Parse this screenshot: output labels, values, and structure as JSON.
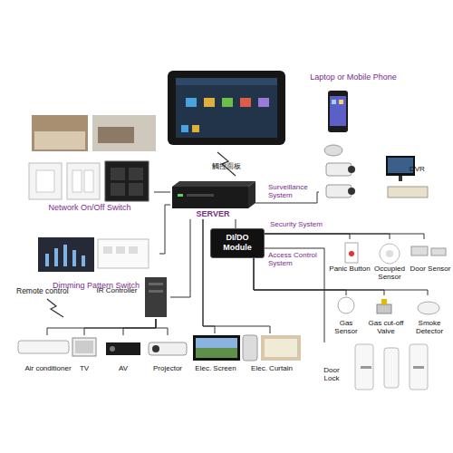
{
  "diagram": {
    "nodes": [
      {
        "text": [
          "觸控面板"
        ]
      },
      {
        "text": [
          "Laptop or Mobile Phone"
        ]
      },
      {
        "text": [
          "SERVER"
        ]
      },
      {
        "text": [
          "Network On/Off Switch"
        ]
      },
      {
        "text": [
          "Dimming Pattern Switch"
        ]
      },
      {
        "text": [
          "DVR"
        ]
      },
      {
        "text": [
          "DI/DO Module"
        ]
      },
      {
        "text": [
          "IR Controller"
        ]
      },
      {
        "text": [
          "Panic Button"
        ]
      },
      {
        "text": [
          "Occupied Sensor"
        ]
      },
      {
        "text": [
          "Door Sensor"
        ]
      },
      {
        "text": [
          "Gas Sensor"
        ]
      },
      {
        "text": [
          "Gas cut-off Valve"
        ]
      },
      {
        "text": [
          "Smoke Detector"
        ]
      },
      {
        "text": [
          "Door Lock"
        ]
      },
      {
        "text": [
          "Air conditioner"
        ]
      },
      {
        "text": [
          "TV"
        ]
      },
      {
        "text": [
          "AV"
        ]
      },
      {
        "text": [
          "Projector"
        ]
      },
      {
        "text": [
          "Elec. Screen"
        ]
      },
      {
        "text": [
          "Elec. Curtain"
        ]
      }
    ],
    "edges": [
      {
        "from": 2,
        "to": 3,
        "arrow": "none"
      },
      {
        "from": 2,
        "to": 4,
        "arrow": "none"
      },
      {
        "from": 2,
        "to": 5,
        "label": "Surveillance System",
        "arrow": "none"
      },
      {
        "from": 2,
        "to": 6,
        "arrow": "none"
      },
      {
        "from": 2,
        "to": 7,
        "arrow": "none"
      },
      {
        "from": 2,
        "to": 19,
        "arrow": "none"
      },
      {
        "from": 2,
        "to": 20,
        "arrow": "none"
      },
      {
        "from": 6,
        "to": 8,
        "label": "Security System",
        "arrow": "none"
      },
      {
        "from": 6,
        "to": 9,
        "arrow": "none"
      },
      {
        "from": 6,
        "to": 10,
        "arrow": "none"
      },
      {
        "from": 6,
        "to": 11,
        "arrow": "none"
      },
      {
        "from": 6,
        "to": 12,
        "arrow": "none"
      },
      {
        "from": 6,
        "to": 13,
        "arrow": "none"
      },
      {
        "from": 6,
        "to": 14,
        "label": "Access Control System",
        "arrow": "none"
      },
      {
        "from": 7,
        "to": 15,
        "arrow": "none"
      },
      {
        "from": 7,
        "to": 16,
        "arrow": "none"
      },
      {
        "from": 7,
        "to": 17,
        "arrow": "none"
      },
      {
        "from": 7,
        "to": 18,
        "arrow": "none"
      }
    ],
    "labels": [
      "Remote control"
    ]
  }
}
